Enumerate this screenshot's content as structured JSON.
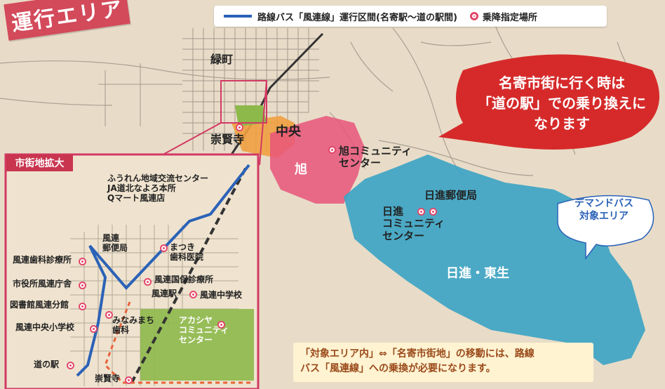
{
  "title": "運行エリア",
  "legend": {
    "route_label": "路線バス「風連線」運行区間(名寄駅～道の駅間)",
    "stop_label": "乗降指定場所"
  },
  "colors": {
    "route": "#2b62b7",
    "stop": "#e2486a",
    "title_bg": "#d34a5b",
    "area_chuo": "#f0a040",
    "area_asahi": "#e8557a",
    "area_nisshin": "#3aa3c4",
    "area_green": "#8db84a"
  },
  "districts": {
    "midorimachi": "緑町",
    "chuo": "中央",
    "sukenji": "崇賢寺",
    "asahi": "旭",
    "asahi_center": "旭コミュニティ\nセンター",
    "nisshin_post": "日進郵便局",
    "nisshin_center": "日進\nコミュニティ\nセンター",
    "nisshin_tosei": "日進・東生"
  },
  "callout_red": "名寄市街に行く時は\n「道の駅」での乗り換えに\nなります",
  "callout_white": "デマンドバス\n対象エリア",
  "note": "「対象エリア内」⇔「名寄市街地」の移動には、路線\nバス「風連線」への乗換が必要になります。",
  "inset": {
    "header": "市街地拡大",
    "labels": {
      "furen_center": "ふうれん地域交流センター\nJA道北なよろ本所\nQマート風連店",
      "furen_post": "風連\n郵便局",
      "matsuki": "まつき\n歯科医院",
      "dental": "風連歯科診療所",
      "city_office": "市役所風連庁舎",
      "library": "図書館風連分館",
      "kokuho": "風連国保診療所",
      "station": "風連駅",
      "junior_high": "風連中学校",
      "elementary": "風連中央小学校",
      "minami": "みなみまち\n歯科",
      "akashiya": "アカシヤ\nコミュニティ\nセンター",
      "michinoeki": "道の駅",
      "sukenji2": "崇賢寺"
    }
  }
}
